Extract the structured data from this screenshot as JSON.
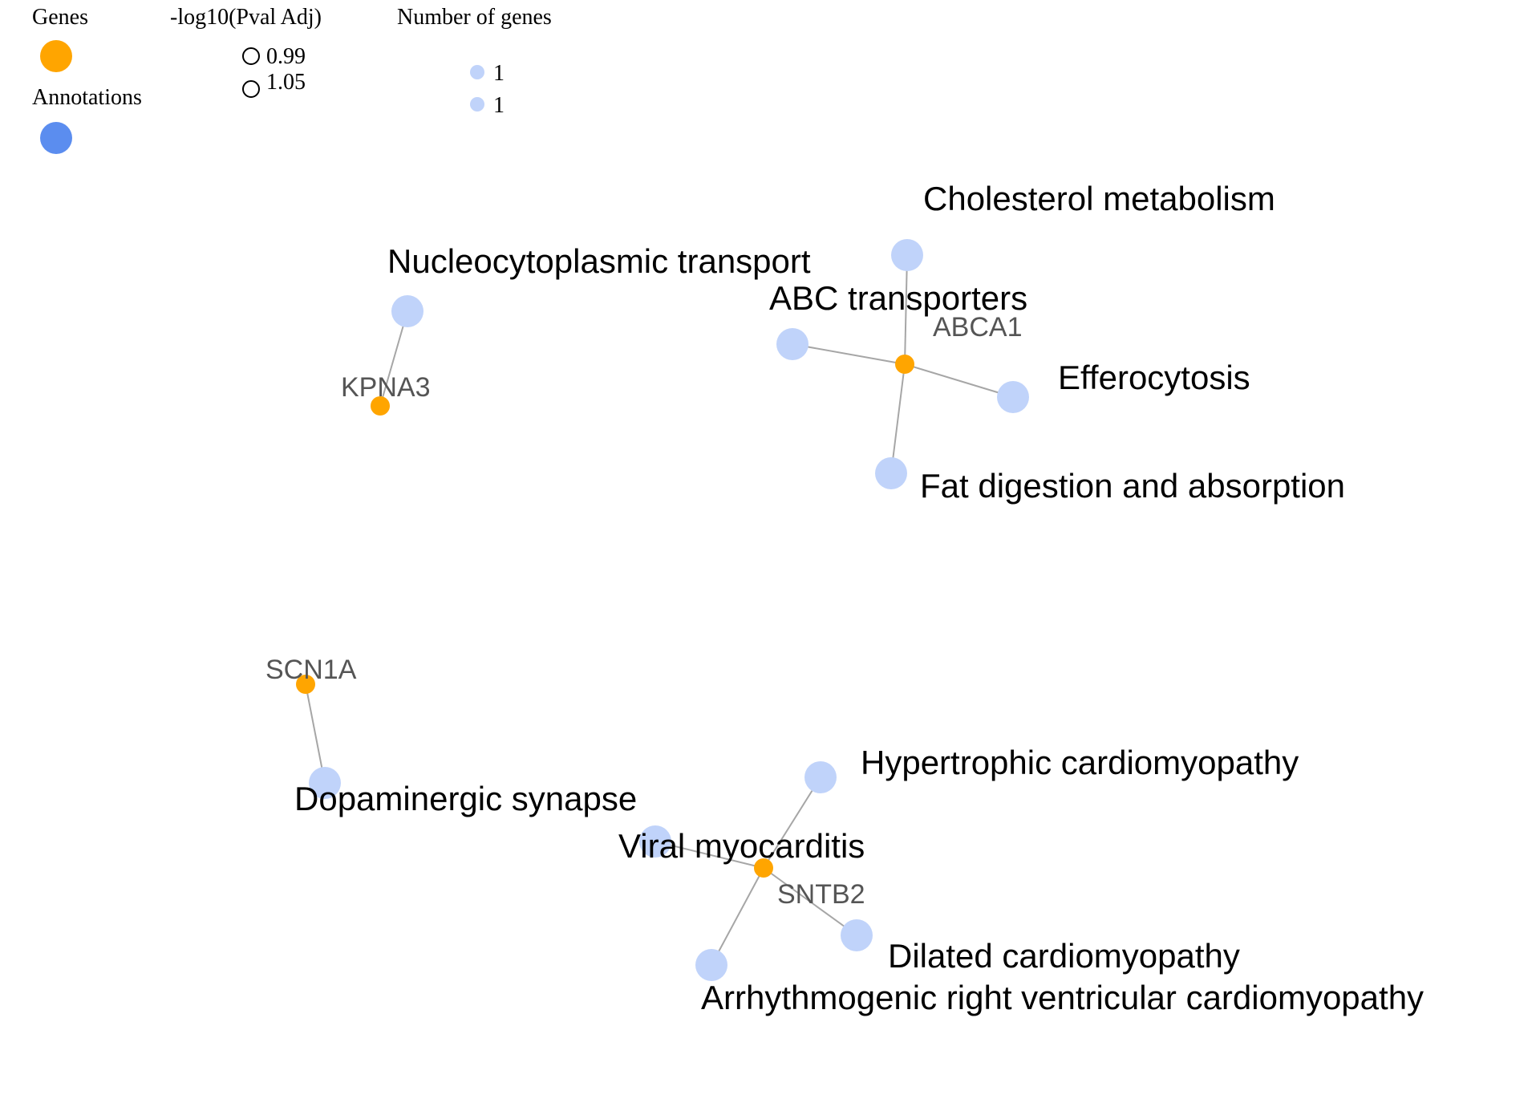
{
  "legend": {
    "genes_title": "Genes",
    "annotations_title": "Annotations",
    "pval_title": "-log10(Pval Adj)",
    "pval_values": [
      "0.99",
      "1.05"
    ],
    "count_title": "Number of genes",
    "count_values": [
      "1",
      "1"
    ],
    "gene_color": "#ffa500",
    "annotation_color": "#5b8def",
    "annotation_node_color": "#c0d3fa"
  },
  "network": {
    "genes": [
      {
        "id": "KPNA3",
        "label": "KPNA3"
      },
      {
        "id": "ABCA1",
        "label": "ABCA1"
      },
      {
        "id": "SCN1A",
        "label": "SCN1A"
      },
      {
        "id": "SNTB2",
        "label": "SNTB2"
      }
    ],
    "annotations": [
      {
        "id": "nucleocytoplasmic",
        "label": "Nucleocytoplasmic transport"
      },
      {
        "id": "cholesterol",
        "label": "Cholesterol metabolism"
      },
      {
        "id": "abc",
        "label": "ABC transporters"
      },
      {
        "id": "efferocytosis",
        "label": "Efferocytosis"
      },
      {
        "id": "fat",
        "label": "Fat digestion and absorption"
      },
      {
        "id": "dopaminergic",
        "label": "Dopaminergic synapse"
      },
      {
        "id": "hypertrophic",
        "label": "Hypertrophic cardiomyopathy"
      },
      {
        "id": "viral",
        "label": "Viral myocarditis"
      },
      {
        "id": "dilated",
        "label": "Dilated cardiomyopathy"
      },
      {
        "id": "arrhythmogenic",
        "label": "Arrhythmogenic right ventricular cardiomyopathy"
      }
    ],
    "edges": [
      [
        "KPNA3",
        "nucleocytoplasmic"
      ],
      [
        "ABCA1",
        "cholesterol"
      ],
      [
        "ABCA1",
        "abc"
      ],
      [
        "ABCA1",
        "efferocytosis"
      ],
      [
        "ABCA1",
        "fat"
      ],
      [
        "SCN1A",
        "dopaminergic"
      ],
      [
        "SNTB2",
        "hypertrophic"
      ],
      [
        "SNTB2",
        "viral"
      ],
      [
        "SNTB2",
        "dilated"
      ],
      [
        "SNTB2",
        "arrhythmogenic"
      ]
    ]
  }
}
